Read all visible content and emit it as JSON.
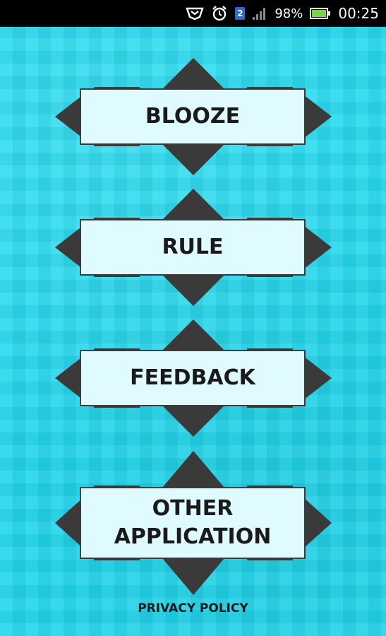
{
  "status_bar": {
    "sim_number": "2",
    "battery_percent": "98%",
    "battery_level": 0.98,
    "time": "00:25",
    "icons": [
      "bbm-icon",
      "alarm-clock-icon",
      "sim-card-icon",
      "signal-icon",
      "battery-icon"
    ]
  },
  "menu": {
    "items": [
      {
        "label": "BLOOZE"
      },
      {
        "label": "RULE"
      },
      {
        "label": "FEEDBACK"
      },
      {
        "label": "OTHER\nAPPLICATION"
      }
    ]
  },
  "footer": {
    "privacy_label": "PRIVACY POLICY"
  },
  "colors": {
    "background": "#22d8ee",
    "button_fill": "#dffbff",
    "decoration": "#3a3a3a",
    "status_bar": "#000000"
  }
}
